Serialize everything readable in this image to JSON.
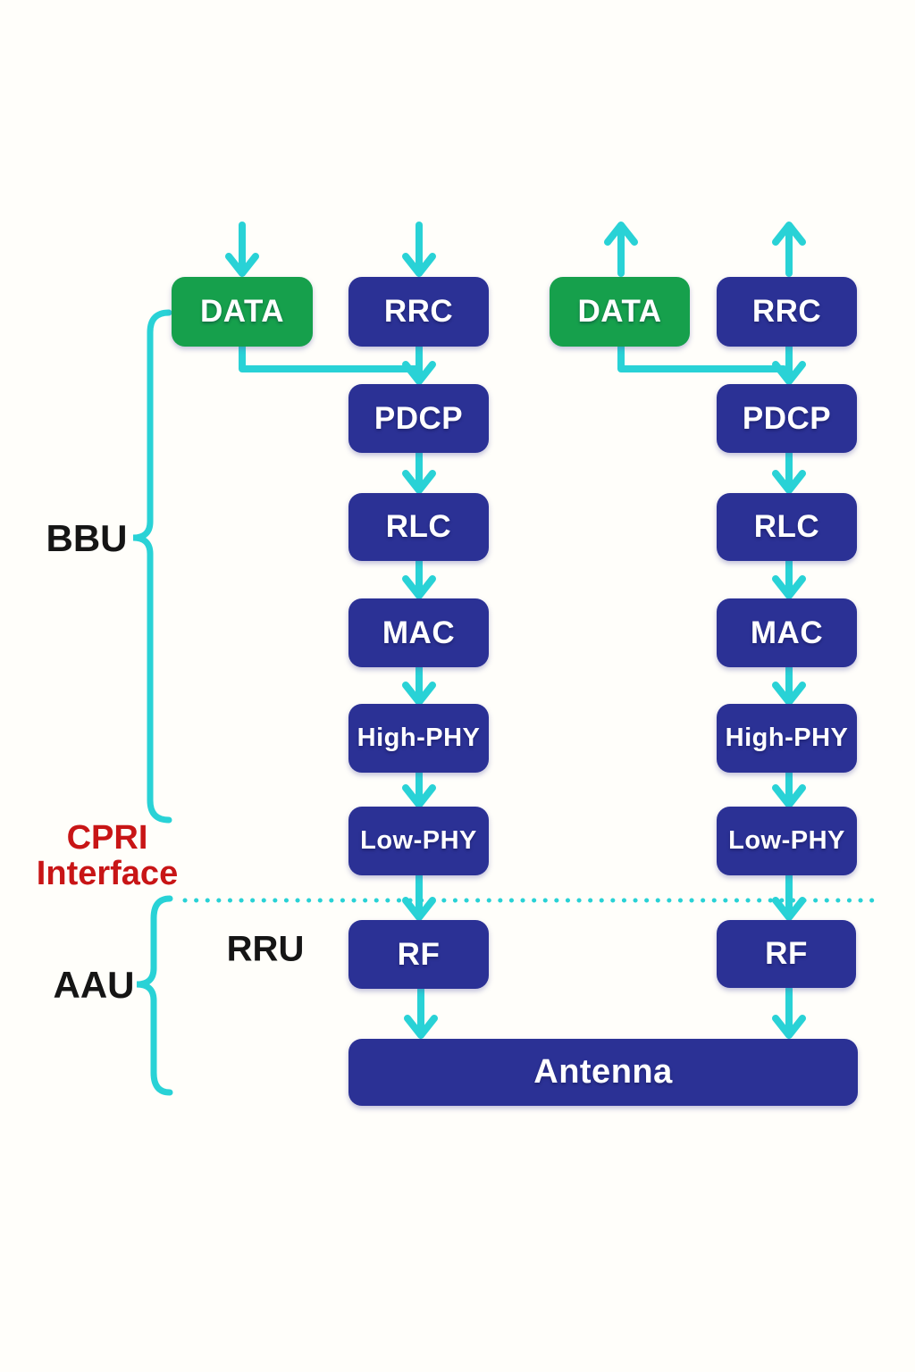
{
  "stacks": {
    "downlink": {
      "data_label": "DATA",
      "layers": [
        "RRC",
        "PDCP",
        "RLC",
        "MAC",
        "High-PHY",
        "Low-PHY",
        "RF"
      ]
    },
    "uplink": {
      "data_label": "DATA",
      "layers": [
        "RRC",
        "PDCP",
        "RLC",
        "MAC",
        "High-PHY",
        "Low-PHY",
        "RF"
      ]
    }
  },
  "shared": {
    "antenna_label": "Antenna"
  },
  "annotations": {
    "bbu": "BBU",
    "cpri_line1": "CPRI",
    "cpri_line2": "Interface",
    "aau": "AAU",
    "rru": "RRU"
  },
  "colors": {
    "box_blue": "#2b3195",
    "box_green": "#16a04c",
    "arrow_cyan": "#29d2d6",
    "label_red": "#c81516",
    "label_black": "#151515",
    "box_text": "#ffffff",
    "background": "#fffefa"
  }
}
